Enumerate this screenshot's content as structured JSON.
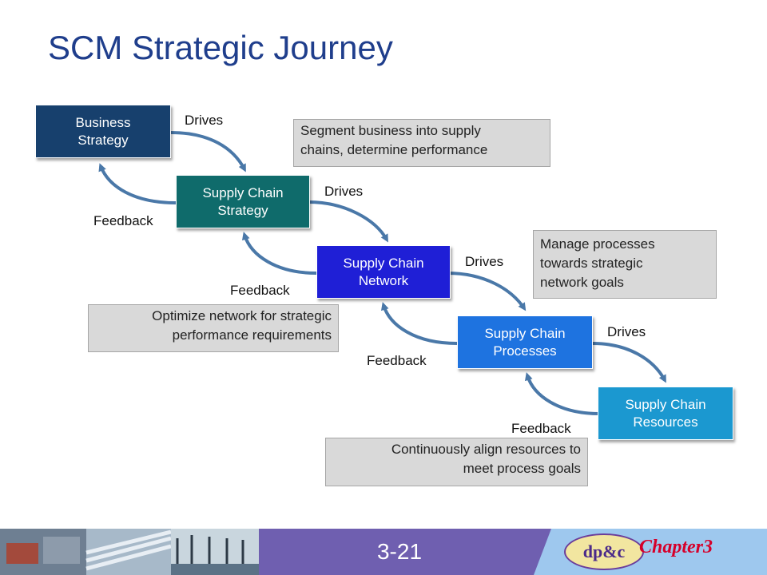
{
  "title": "SCM Strategic Journey",
  "colors": {
    "title": "#1f3e8c",
    "business_strategy": "#17406d",
    "supply_chain_strategy": "#0f6b6b",
    "supply_chain_network": "#1f1fd6",
    "supply_chain_processes": "#1e73e0",
    "supply_chain_resources": "#1b98d0",
    "arrow": "#4a78a8",
    "note_bg": "#d9d9d9",
    "footer_band": "#6f5fb0",
    "footer_light": "#9ec8ee",
    "chapter": "#d6002a"
  },
  "boxes": {
    "business_strategy": "Business\nStrategy",
    "supply_chain_strategy": "Supply Chain\nStrategy",
    "supply_chain_network": "Supply Chain\nNetwork",
    "supply_chain_processes": "Supply Chain\nProcesses",
    "supply_chain_resources": "Supply Chain\nResources"
  },
  "labels": {
    "drives": "Drives",
    "feedback": "Feedback"
  },
  "notes": {
    "segment": "Segment business into supply\nchains, determine performance",
    "manage": "Manage processes\ntowards strategic\nnetwork goals",
    "optimize": "Optimize network for strategic\nperformance requirements",
    "align": "Continuously align resources to\nmeet process goals"
  },
  "footer": {
    "slide_number": "3-21",
    "logo": "dp&c",
    "chapter": "Chapter3"
  }
}
